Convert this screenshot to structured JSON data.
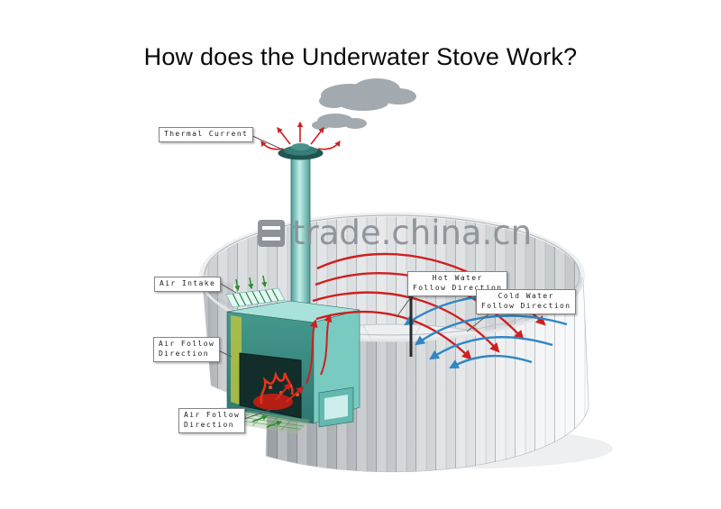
{
  "page": {
    "title": "How does the Underwater Stove Work?",
    "watermark_text": "trade.china.cn"
  },
  "callouts": [
    {
      "id": "thermal-current",
      "lines": [
        "Thermal Current"
      ]
    },
    {
      "id": "air-intake",
      "lines": [
        "Air Intake"
      ]
    },
    {
      "id": "air-follow-direction-upper",
      "lines": [
        "Air Follow",
        "Direction"
      ]
    },
    {
      "id": "air-follow-direction-lower",
      "lines": [
        "Air Follow",
        "Direction"
      ]
    },
    {
      "id": "hot-water-follow-direction",
      "lines": [
        "Hot Water",
        "Follow Direction"
      ]
    },
    {
      "id": "cold-water-follow-direction",
      "lines": [
        "Cold Water",
        "Follow Direction"
      ]
    }
  ],
  "colors": {
    "hot_flow": "#cf1f1f",
    "cold_flow": "#2f86c4",
    "air_flow": "#2e8b2e",
    "stove_teal": "#6fc3ba",
    "watermark_gray": "#8a9096"
  }
}
